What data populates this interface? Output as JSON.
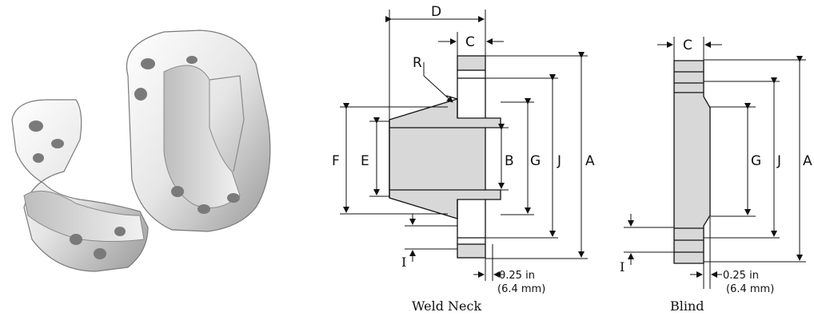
{
  "weld_neck": {
    "caption": "Weld Neck",
    "labels": {
      "D": "D",
      "C": "C",
      "R": "R",
      "F": "F",
      "E": "E",
      "B": "B",
      "G": "G",
      "J": "J",
      "A": "A",
      "I": "I"
    },
    "clearance_in": "0.25 in",
    "clearance_mm": "(6.4 mm)"
  },
  "blind": {
    "caption": "Blind",
    "labels": {
      "C": "C",
      "G": "G",
      "J": "J",
      "A": "A",
      "I": "I"
    },
    "clearance_in": "0.25 in",
    "clearance_mm": "(6.4 mm)"
  },
  "colors": {
    "fill": "#d8d8d8",
    "stroke": "#111111"
  },
  "illustration": {
    "icon": "flange-cutaway-3d"
  }
}
